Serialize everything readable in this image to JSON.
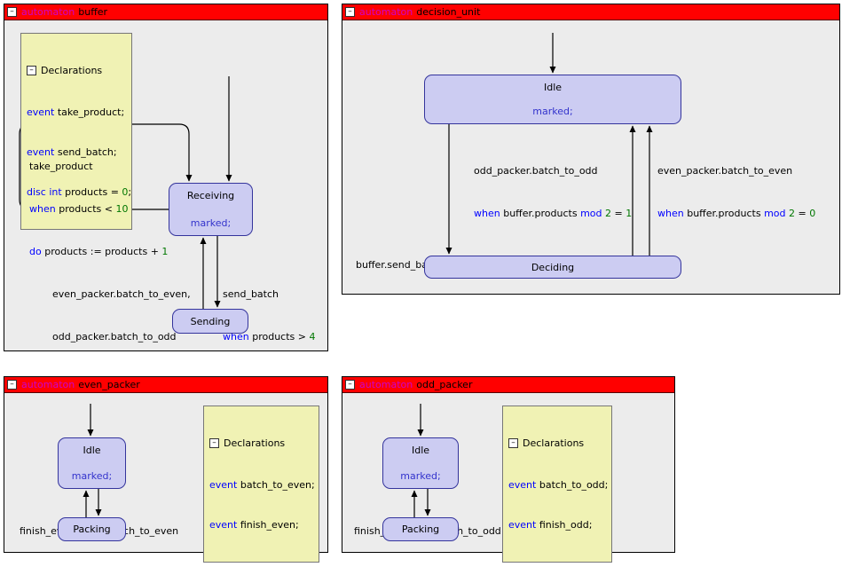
{
  "icons": {
    "collapse_glyph": "–"
  },
  "colors": {
    "titlebar_red": "#ff0000",
    "keyword_blue": "#0000ff",
    "automaton_magenta": "#cc00cc",
    "number_green": "#007700",
    "marked_blue": "#3333cc",
    "state_fill": "#ccccf2",
    "state_border": "#34349c",
    "declarations_bg": "#f0f2b4",
    "panel_bg": "#ececec"
  },
  "panels": {
    "buffer": {
      "title_kw": "automaton",
      "title_name": "buffer",
      "declarations": {
        "title": "Declarations",
        "line1": {
          "kw": "event",
          "text": " take_product;"
        },
        "line2": {
          "kw": "event",
          "text": " send_batch;"
        },
        "line3": {
          "kw": "disc int",
          "text": " products = ",
          "num": "0",
          "end": ";"
        }
      },
      "states": {
        "receiving": {
          "name": "Receiving",
          "marked": "marked;"
        },
        "sending": {
          "name": "Sending"
        }
      },
      "edges": {
        "selfloop": {
          "line1": "take_product",
          "line2": {
            "kw": "when",
            "text": " products < ",
            "num": "10"
          },
          "line3": {
            "kw": "do",
            "text": " products := products + ",
            "num": "1"
          }
        },
        "to_receiving": {
          "line1": "even_packer.batch_to_even,",
          "line2": "odd_packer.batch_to_odd"
        },
        "to_sending": {
          "line1": "send_batch",
          "line2": {
            "kw": "when",
            "text": " products > ",
            "num": "4"
          }
        }
      }
    },
    "decision_unit": {
      "title_kw": "automaton",
      "title_name": "decision_unit",
      "states": {
        "idle": {
          "name": "Idle",
          "marked": "marked;"
        },
        "deciding": {
          "name": "Deciding"
        }
      },
      "edges": {
        "odd": {
          "line1": "odd_packer.batch_to_odd",
          "line2": {
            "kw1": "when",
            "t1": " buffer.products ",
            "kw2": "mod",
            "n1": " 2",
            "t2": " = ",
            "n2": "1"
          }
        },
        "even": {
          "line1": "even_packer.batch_to_even",
          "line2": {
            "kw1": "when",
            "t1": " buffer.products ",
            "kw2": "mod",
            "n1": " 2",
            "t2": " = ",
            "n2": "0"
          }
        },
        "send": {
          "line1": "buffer.send_batch"
        }
      }
    },
    "even_packer": {
      "title_kw": "automaton",
      "title_name": "even_packer",
      "declarations": {
        "title": "Declarations",
        "line1": {
          "kw": "event",
          "text": " batch_to_even;"
        },
        "line2": {
          "kw": "event",
          "text": " finish_even;"
        }
      },
      "states": {
        "idle": {
          "name": "Idle",
          "marked": "marked;"
        },
        "packing": {
          "name": "Packing"
        }
      },
      "edges": {
        "finish": "finish_even",
        "batch": "batch_to_even"
      }
    },
    "odd_packer": {
      "title_kw": "automaton",
      "title_name": "odd_packer",
      "declarations": {
        "title": "Declarations",
        "line1": {
          "kw": "event",
          "text": " batch_to_odd;"
        },
        "line2": {
          "kw": "event",
          "text": " finish_odd;"
        }
      },
      "states": {
        "idle": {
          "name": "Idle",
          "marked": "marked;"
        },
        "packing": {
          "name": "Packing"
        }
      },
      "edges": {
        "finish": "finish_odd",
        "batch": "batch_to_odd"
      }
    }
  }
}
